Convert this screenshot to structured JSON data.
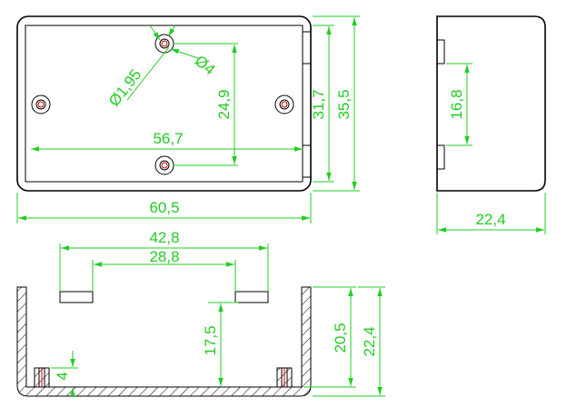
{
  "colors": {
    "outline": "#000000",
    "dimension": "#22cc22",
    "hole_center": "#cc0000"
  },
  "top_view": {
    "width_overall": "60,5",
    "height_overall": "35,5",
    "height_inner": "31,7",
    "hole_spacing_horizontal": "56,7",
    "hole_spacing_vertical": "24,9",
    "hole_diameter_small": "Ø1,95",
    "hole_diameter_large": "Ø4"
  },
  "side_view": {
    "depth": "22,4",
    "slot_spacing": "16,8"
  },
  "section_view": {
    "slot_outer": "42,8",
    "slot_inner": "28,8",
    "height_overall": "22,4",
    "height_inner": "20,5",
    "ledge_height": "17,5",
    "boss_height": "4"
  }
}
